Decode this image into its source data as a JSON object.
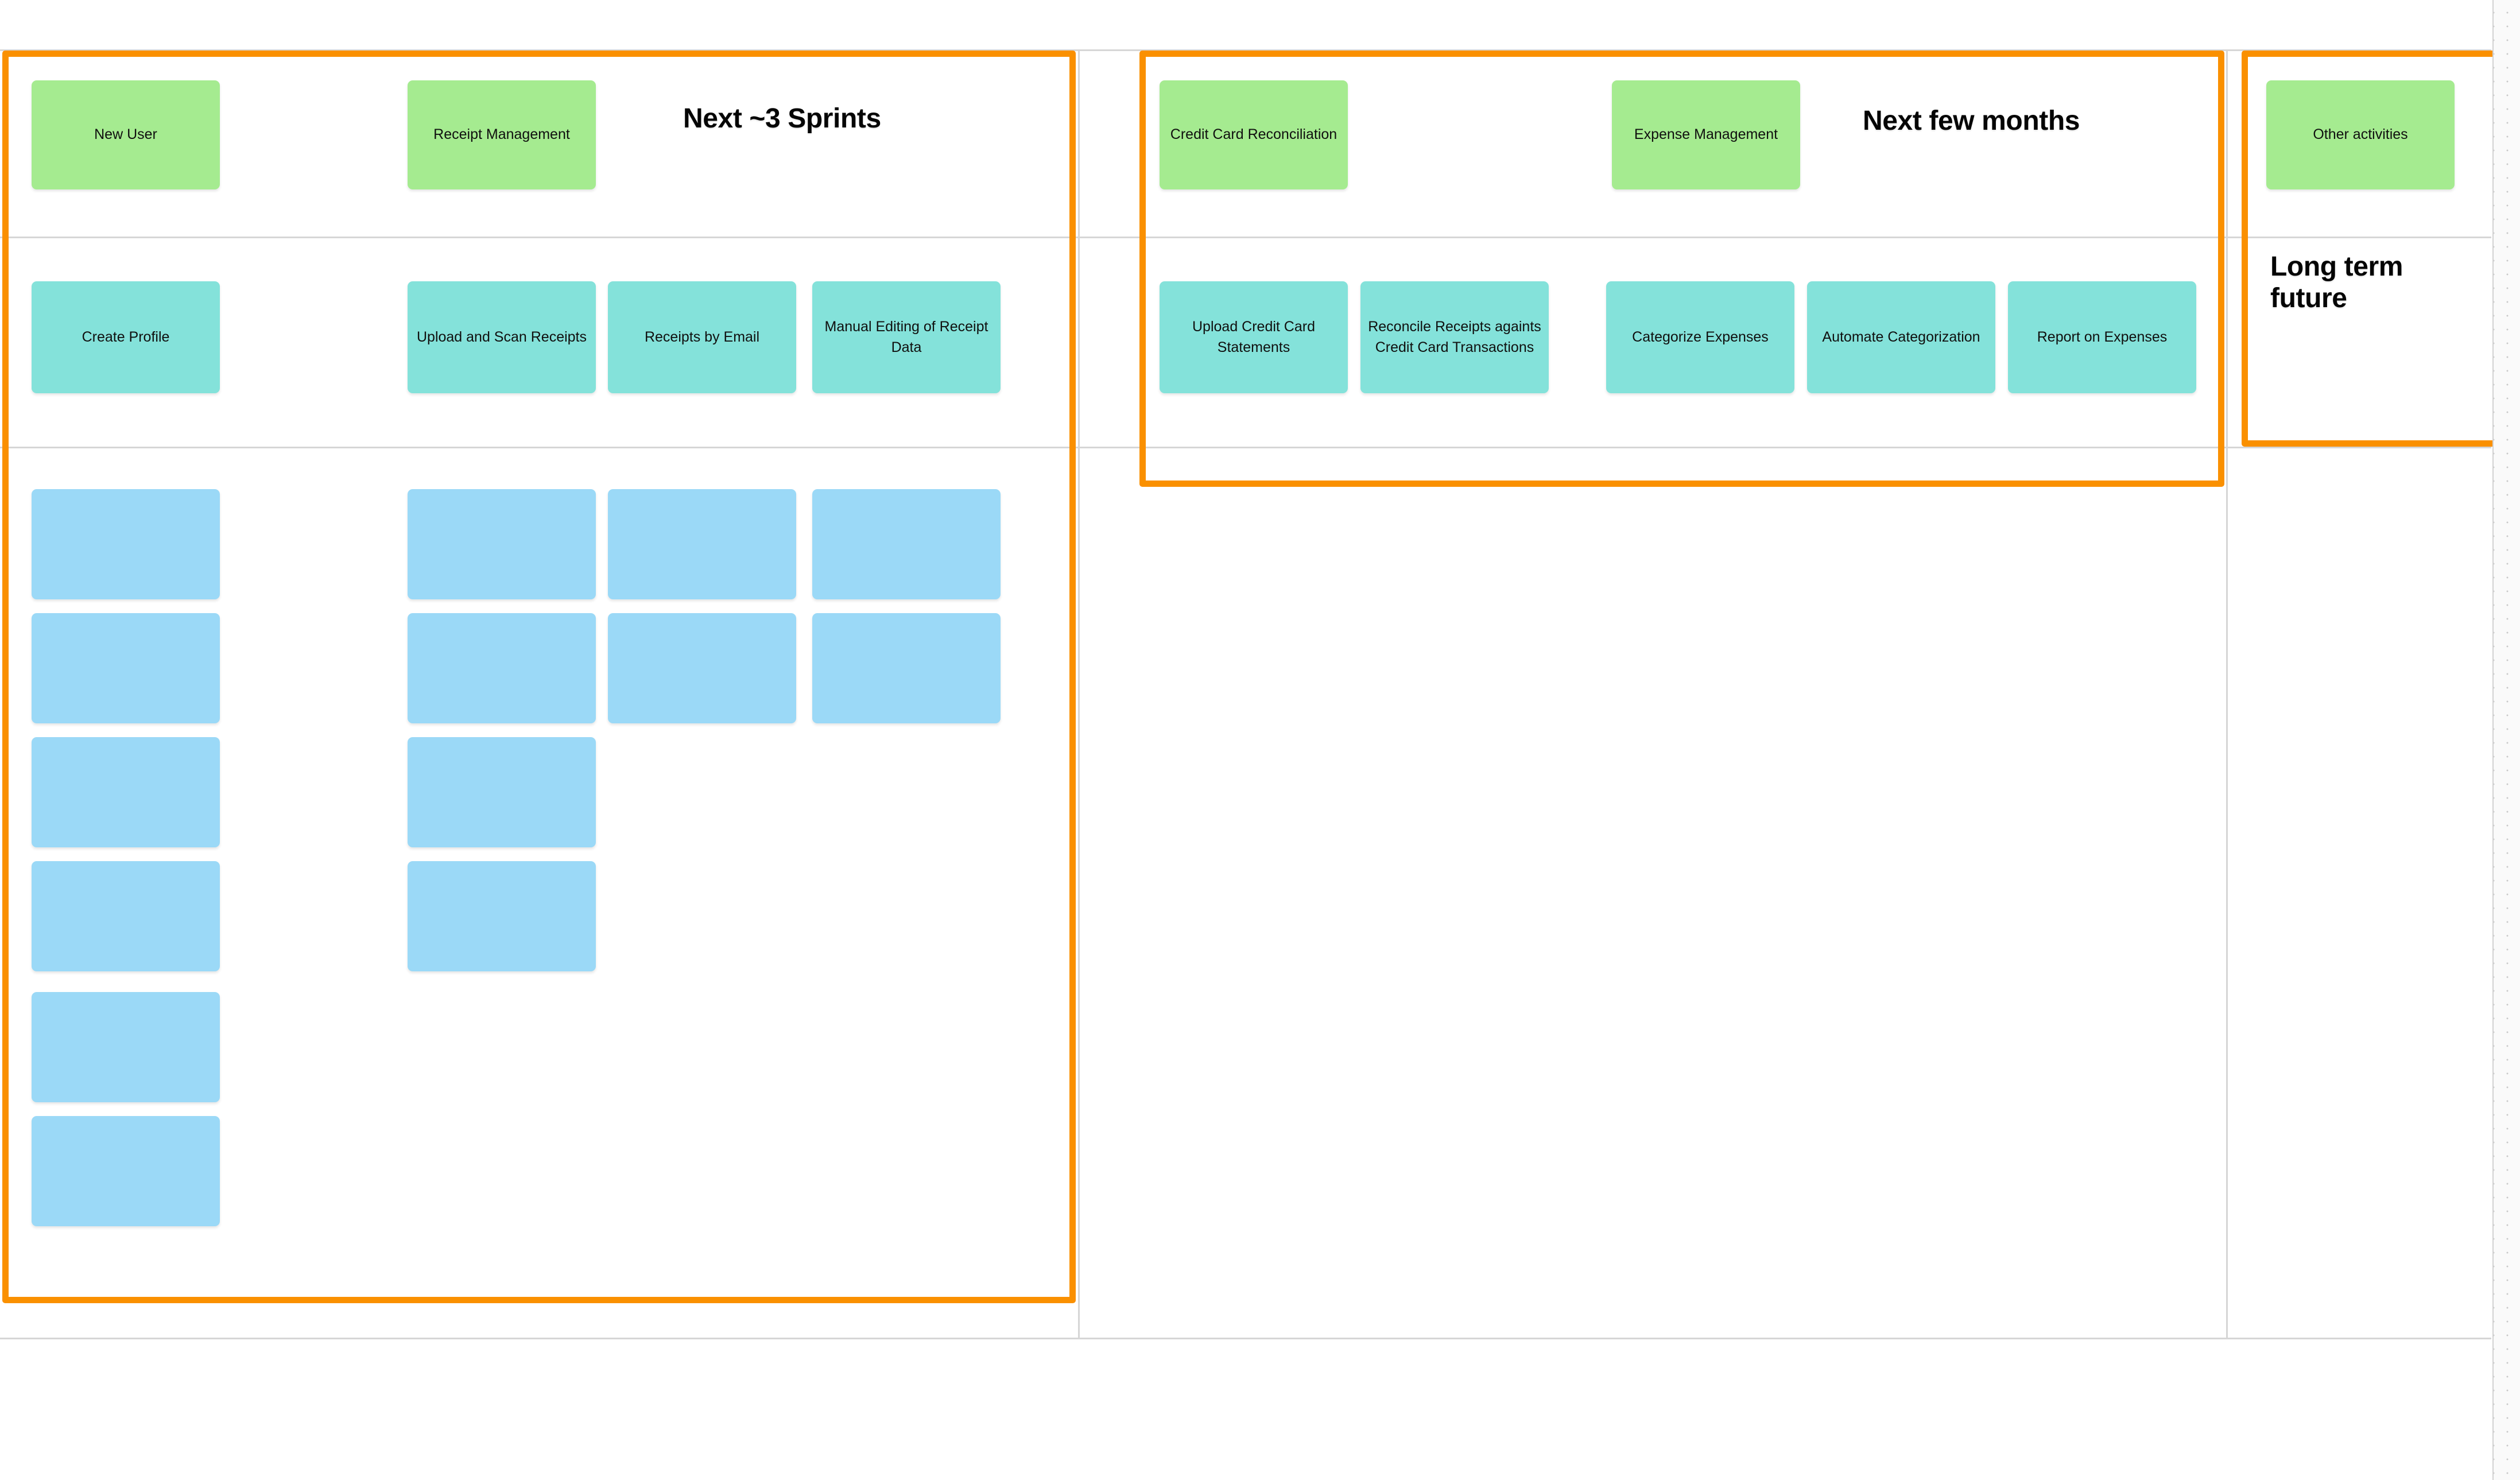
{
  "board": {
    "type": "user-story-map",
    "colors": {
      "release_frame": "#FA9000",
      "activity_card": "#A5EB90",
      "step_card": "#84E2DA",
      "story_card": "#9BD9F7",
      "swimlane_line": "#d6d6d6",
      "canvas": "#ffffff"
    }
  },
  "releases": [
    {
      "id": "release-1",
      "title": "Next ~3 Sprints"
    },
    {
      "id": "release-2",
      "title": "Next few months"
    },
    {
      "id": "release-3",
      "title": "Long term future"
    }
  ],
  "activities": [
    {
      "id": "activity-new-user",
      "label": "New User"
    },
    {
      "id": "activity-receipt-management",
      "label": "Receipt Management"
    },
    {
      "id": "activity-credit-card-reconciliation",
      "label": "Credit Card Reconciliation"
    },
    {
      "id": "activity-expense-management",
      "label": "Expense Management"
    },
    {
      "id": "activity-other-activities",
      "label": "Other activities"
    }
  ],
  "steps": [
    {
      "id": "step-create-profile",
      "label": "Create Profile"
    },
    {
      "id": "step-upload-scan-receipts",
      "label": "Upload and Scan Receipts"
    },
    {
      "id": "step-receipts-by-email",
      "label": "Receipts by Email"
    },
    {
      "id": "step-manual-editing",
      "label": "Manual Editing of Receipt Data"
    },
    {
      "id": "step-upload-cc-statements",
      "label": "Upload Credit Card Statements"
    },
    {
      "id": "step-reconcile-receipts",
      "label": "Reconcile Receipts againts Credit Card Transactions"
    },
    {
      "id": "step-categorize-expenses",
      "label": "Categorize Expenses"
    },
    {
      "id": "step-automate-categorization",
      "label": "Automate Categorization"
    },
    {
      "id": "step-report-on-expenses",
      "label": "Report on Expenses"
    }
  ],
  "story_columns": [
    {
      "id": "stories-create-profile",
      "count": 6,
      "label": ""
    },
    {
      "id": "stories-upload-scan-receipts",
      "count": 4,
      "label": ""
    },
    {
      "id": "stories-receipts-by-email",
      "count": 2,
      "label": ""
    },
    {
      "id": "stories-manual-editing",
      "count": 2,
      "label": ""
    }
  ]
}
